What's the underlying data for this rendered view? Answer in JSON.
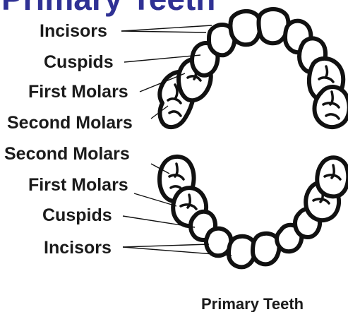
{
  "header": {
    "text": "Primary Teeth",
    "colors": {
      "accent": "#2f3194",
      "ink": "#1b1b1b"
    }
  },
  "upper_labels": [
    "Incisors",
    "Cuspids",
    "First Molars",
    "Second Molars"
  ],
  "lower_labels": [
    "Second Molars",
    "First Molars",
    "Cuspids",
    "Incisors"
  ],
  "caption": "Primary Teeth"
}
